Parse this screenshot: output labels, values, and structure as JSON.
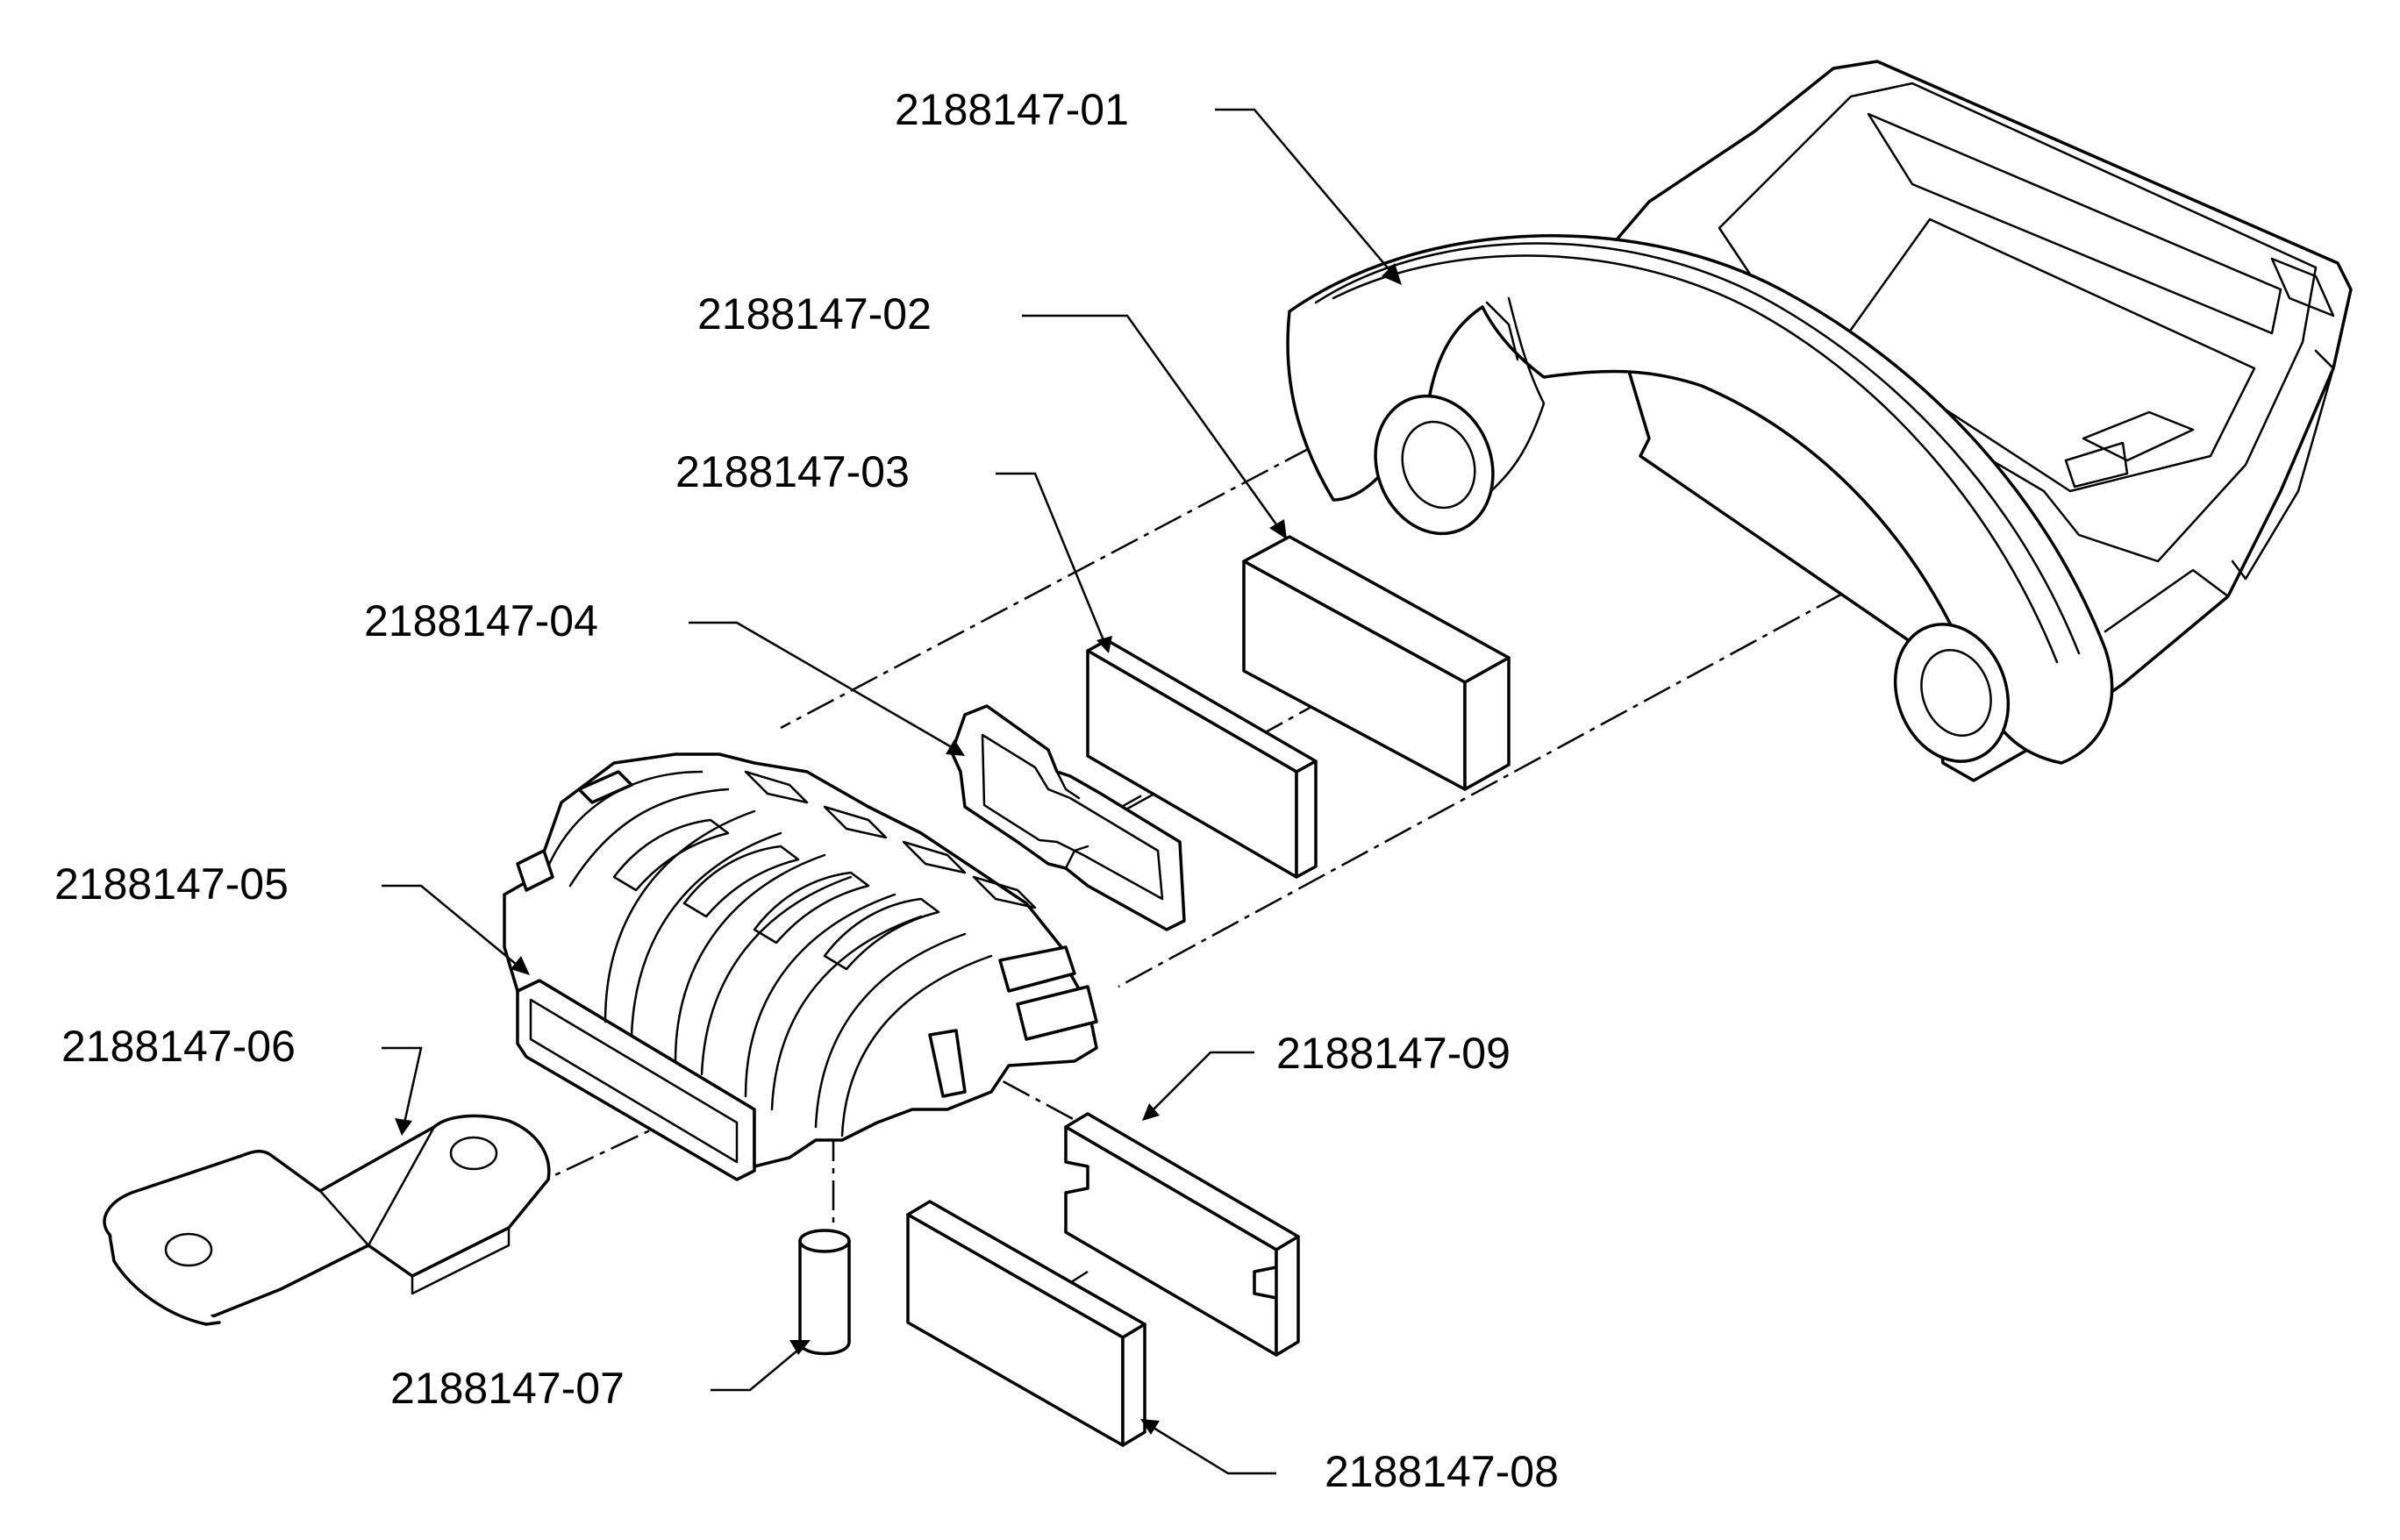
{
  "diagram": {
    "kind": "exploded assembly view",
    "colors": {
      "line": "#000000",
      "background": "#ffffff"
    },
    "callouts": [
      {
        "id": "01",
        "label": "2188147-01"
      },
      {
        "id": "02",
        "label": "2188147-02"
      },
      {
        "id": "03",
        "label": "2188147-03"
      },
      {
        "id": "04",
        "label": "2188147-04"
      },
      {
        "id": "05",
        "label": "2188147-05"
      },
      {
        "id": "06",
        "label": "2188147-06"
      },
      {
        "id": "07",
        "label": "2188147-07"
      },
      {
        "id": "08",
        "label": "2188147-08"
      },
      {
        "id": "09",
        "label": "2188147-09"
      }
    ]
  }
}
